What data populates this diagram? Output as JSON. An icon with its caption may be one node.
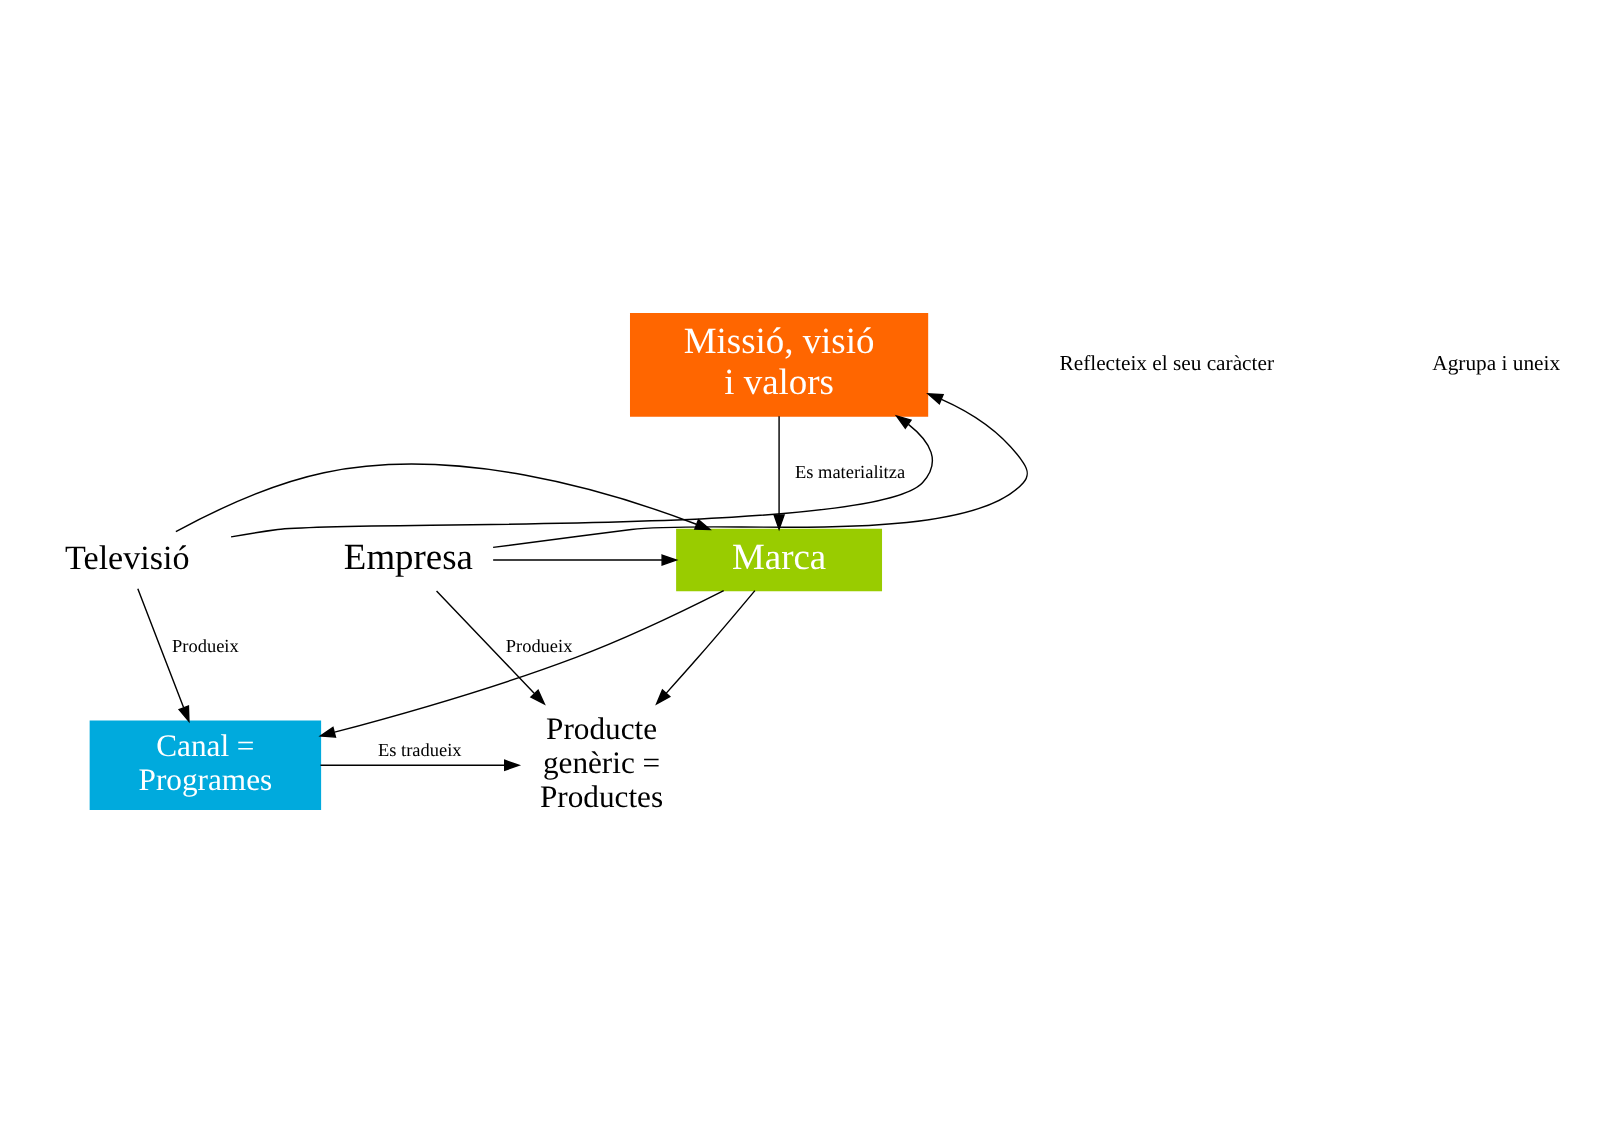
{
  "diagram": {
    "nodes": [
      {
        "text": [
          "Missió, visió i valors"
        ]
      },
      {
        "text": [
          "Marca"
        ]
      },
      {
        "text": [
          "Televisió"
        ]
      },
      {
        "text": [
          "Empresa"
        ]
      },
      {
        "text": [
          "Canal = Programes"
        ]
      },
      {
        "text": [
          "Producte genèric = Productes"
        ]
      }
    ],
    "edges": [
      {
        "from": 2,
        "to": 0,
        "arrow": "to"
      },
      {
        "from": 3,
        "to": 0,
        "arrow": "to"
      },
      {
        "from": 0,
        "to": 1,
        "arrow": "to",
        "label": "Es materialitza"
      },
      {
        "from": 2,
        "to": 1,
        "arrow": "to"
      },
      {
        "from": 3,
        "to": 1,
        "arrow": "to"
      },
      {
        "from": 2,
        "to": 4,
        "arrow": "to",
        "label": "Produeix"
      },
      {
        "from": 3,
        "to": 5,
        "arrow": "to",
        "label": "Produeix"
      },
      {
        "from": 1,
        "to": 4,
        "arrow": "to"
      },
      {
        "from": 1,
        "to": 5,
        "arrow": "to"
      },
      {
        "from": 4,
        "to": 5,
        "arrow": "to",
        "label": "Es tradueix"
      }
    ],
    "labels": [
      "Reflecteix el seu caràcter",
      "Agrupa i uneix"
    ]
  }
}
